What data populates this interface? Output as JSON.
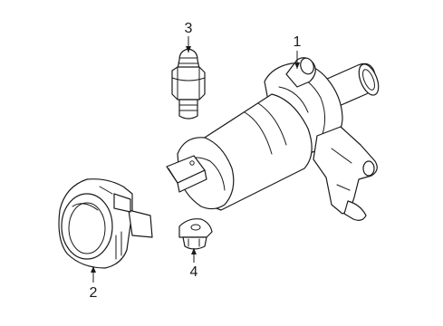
{
  "diagram": {
    "colors": {
      "line": "#1a1a1a",
      "background": "#ffffff"
    },
    "callouts": [
      {
        "id": "1",
        "label": "1"
      },
      {
        "id": "2",
        "label": "2"
      },
      {
        "id": "3",
        "label": "3"
      },
      {
        "id": "4",
        "label": "4"
      }
    ]
  }
}
